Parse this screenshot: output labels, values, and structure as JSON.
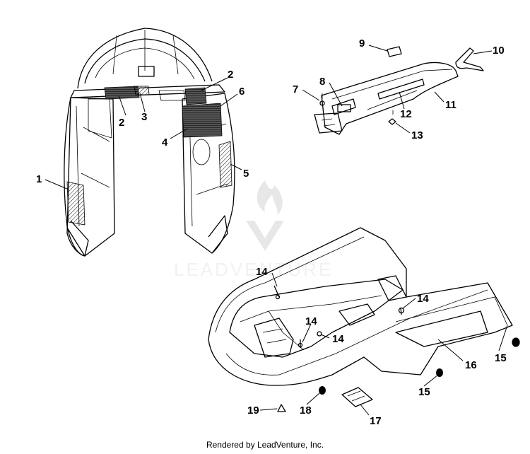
{
  "watermark": {
    "text": "LEADVENTURE"
  },
  "credit": "Rendered by LeadVenture, Inc.",
  "callouts": [
    {
      "label": "1"
    },
    {
      "label": "2"
    },
    {
      "label": "2"
    },
    {
      "label": "3"
    },
    {
      "label": "4"
    },
    {
      "label": "5"
    },
    {
      "label": "6"
    },
    {
      "label": "7"
    },
    {
      "label": "8"
    },
    {
      "label": "9"
    },
    {
      "label": "10"
    },
    {
      "label": "11"
    },
    {
      "label": "12"
    },
    {
      "label": "13"
    },
    {
      "label": "14"
    },
    {
      "label": "14"
    },
    {
      "label": "14"
    },
    {
      "label": "14"
    },
    {
      "label": "15"
    },
    {
      "label": "15"
    },
    {
      "label": "16"
    },
    {
      "label": "17"
    },
    {
      "label": "18"
    },
    {
      "label": "19"
    }
  ]
}
